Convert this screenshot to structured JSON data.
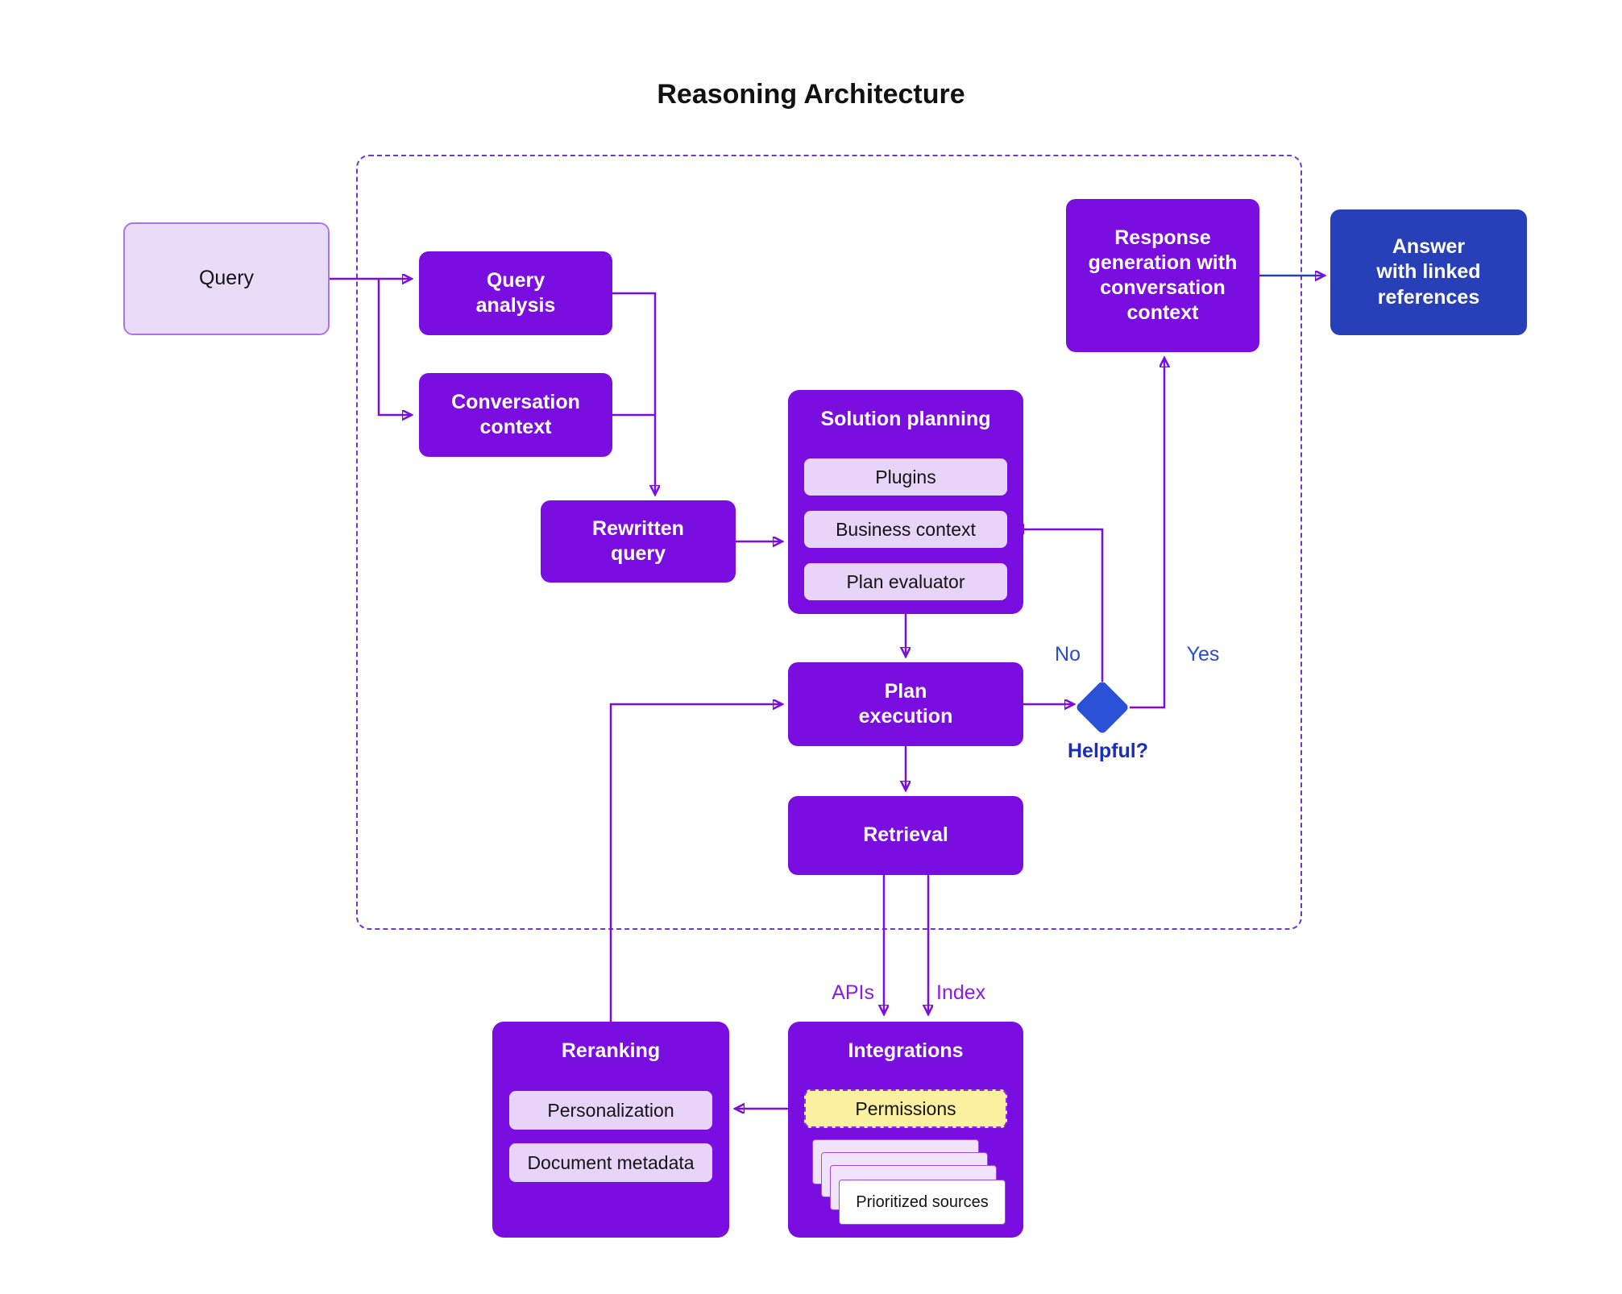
{
  "title": "Reasoning Architecture",
  "colors": {
    "purple": "#7A0DE0",
    "lavender": "#E7D4F8",
    "dark_blue": "#2740B8",
    "diamond_blue": "#2B52D6",
    "permissions_yellow": "#FAF0A0"
  },
  "nodes": {
    "query": "Query",
    "query_analysis": "Query\nanalysis",
    "conversation_context": "Conversation\ncontext",
    "rewritten_query": "Rewritten\nquery",
    "solution_planning": {
      "title": "Solution planning",
      "items": [
        "Plugins",
        "Business context",
        "Plan evaluator"
      ]
    },
    "plan_execution": "Plan\nexecution",
    "retrieval": "Retrieval",
    "response_generation": "Response\ngeneration with\nconversation\ncontext",
    "answer": "Answer\nwith linked\nreferences",
    "reranking": {
      "title": "Reranking",
      "items": [
        "Personalization",
        "Document metadata"
      ]
    },
    "integrations": {
      "title": "Integrations",
      "permissions": "Permissions",
      "prioritized_sources": "Prioritized sources"
    }
  },
  "edge_labels": {
    "no": "No",
    "yes": "Yes",
    "helpful": "Helpful?",
    "apis": "APIs",
    "index": "Index"
  }
}
